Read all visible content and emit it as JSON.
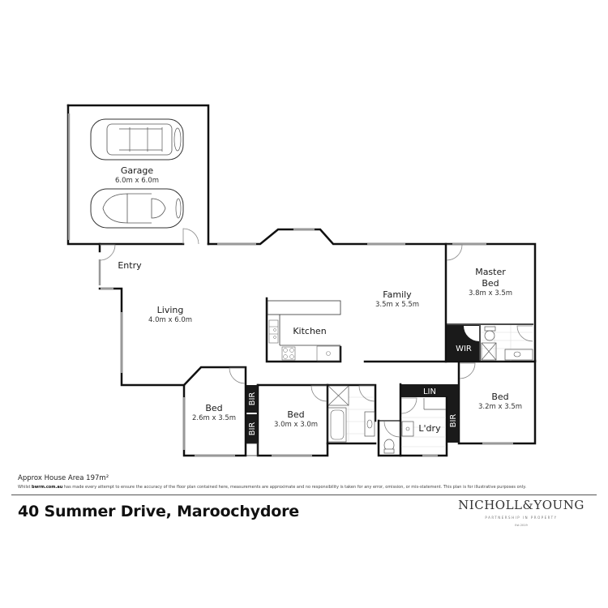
{
  "plan": {
    "rooms": {
      "garage": {
        "label": "Garage",
        "dims": "6.0m x 6.0m"
      },
      "entry": {
        "label": "Entry"
      },
      "living": {
        "label": "Living",
        "dims": "4.0m x 6.0m"
      },
      "kitchen": {
        "label": "Kitchen"
      },
      "family": {
        "label": "Family",
        "dims": "3.5m x 5.5m"
      },
      "master_bed": {
        "label_line1": "Master",
        "label_line2": "Bed",
        "dims": "3.8m x 3.5m"
      },
      "wir": {
        "label": "WIR"
      },
      "bed_1": {
        "label": "Bed",
        "dims": "2.6m x 3.5m"
      },
      "bed_2": {
        "label": "Bed",
        "dims": "3.0m x 3.0m"
      },
      "bed_3": {
        "label": "Bed",
        "dims": "3.2m x 3.5m"
      },
      "bir_1": {
        "label": "BIR"
      },
      "bir_2": {
        "label": "BIR"
      },
      "bir_3": {
        "label": "BIR"
      },
      "lin": {
        "label": "LIN"
      },
      "laundry": {
        "label": "L'dry"
      }
    }
  },
  "footer": {
    "area": "Approx House Area 197m²",
    "disclaimer_pre": "Whilst ",
    "disclaimer_brand": "bwrm.com.au",
    "disclaimer_post": " has made every attempt to ensure the accuracy of the floor plan contained here, measurements are approximate and no responsibility is taken for any error, omission, or mis-statement. This plan is for illustrative purposes only.",
    "address": "40 Summer Drive, Maroochydore"
  },
  "logo": {
    "name": "NICHOLL&YOUNG",
    "tagline": "PARTNERSHIP IN PROPERTY",
    "est": "Est 2019"
  },
  "colors": {
    "wall": "#111111",
    "closet_fill": "#1a1a1a",
    "window": "#999999",
    "background": "#ffffff"
  }
}
